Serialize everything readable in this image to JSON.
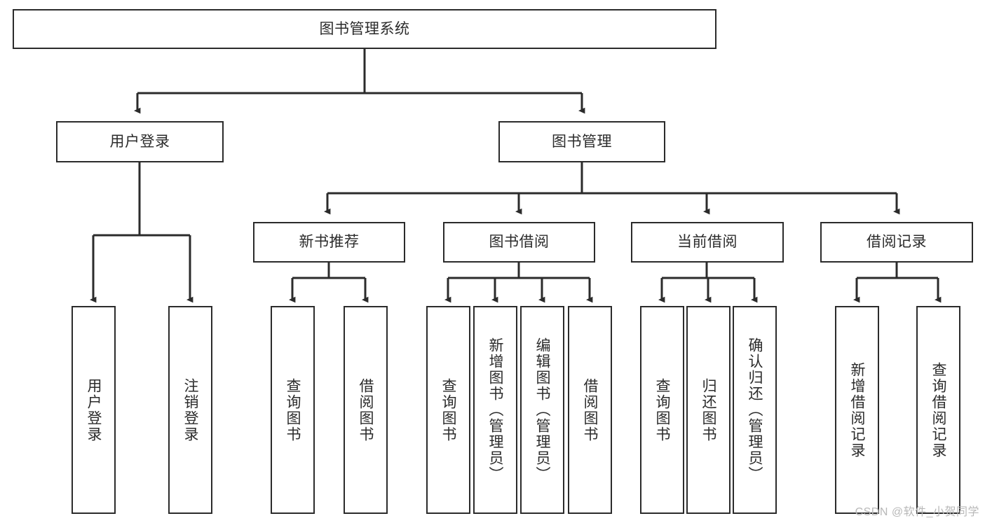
{
  "diagram": {
    "title": "图书管理系统",
    "watermark": "CSDN @软件_小贺同学",
    "colors": {
      "stroke": "#2b2b2b",
      "fill": "#ffffff",
      "text": "#2b2b2b",
      "watermark": "#b8b8b8"
    },
    "levels": {
      "root": {
        "label": "图书管理系统"
      },
      "level2": [
        {
          "label": "用户登录"
        },
        {
          "label": "图书管理"
        }
      ],
      "level3": [
        {
          "label": "新书推荐"
        },
        {
          "label": "图书借阅"
        },
        {
          "label": "当前借阅"
        },
        {
          "label": "借阅记录"
        }
      ],
      "leaves": [
        {
          "label": "用户登录",
          "parent": "用户登录"
        },
        {
          "label": "注销登录",
          "parent": "用户登录"
        },
        {
          "label": "查询图书",
          "parent": "新书推荐"
        },
        {
          "label": "借阅图书",
          "parent": "新书推荐"
        },
        {
          "label": "查询图书",
          "parent": "图书借阅"
        },
        {
          "label": "新增图书（管理员）",
          "parent": "图书借阅"
        },
        {
          "label": "编辑图书（管理员）",
          "parent": "图书借阅"
        },
        {
          "label": "借阅图书",
          "parent": "图书借阅"
        },
        {
          "label": "查询图书",
          "parent": "当前借阅"
        },
        {
          "label": "归还图书",
          "parent": "当前借阅"
        },
        {
          "label": "确认归还（管理员）",
          "parent": "当前借阅"
        },
        {
          "label": "新增借阅记录",
          "parent": "借阅记录"
        },
        {
          "label": "查询借阅记录",
          "parent": "借阅记录"
        }
      ]
    }
  },
  "chart_data": {
    "type": "table",
    "title": "图书管理系统 功能结构图",
    "nodes": [
      {
        "id": "root",
        "label": "图书管理系统",
        "level": 0,
        "parent": null
      },
      {
        "id": "n-user-login",
        "label": "用户登录",
        "level": 1,
        "parent": "root"
      },
      {
        "id": "n-book-mgmt",
        "label": "图书管理",
        "level": 1,
        "parent": "root"
      },
      {
        "id": "n-new-book-rec",
        "label": "新书推荐",
        "level": 2,
        "parent": "n-book-mgmt"
      },
      {
        "id": "n-book-borrow",
        "label": "图书借阅",
        "level": 2,
        "parent": "n-book-mgmt"
      },
      {
        "id": "n-current-borrow",
        "label": "当前借阅",
        "level": 2,
        "parent": "n-book-mgmt"
      },
      {
        "id": "n-borrow-record",
        "label": "借阅记录",
        "level": 2,
        "parent": "n-book-mgmt"
      },
      {
        "id": "l1",
        "label": "用户登录",
        "level": 2,
        "parent": "n-user-login"
      },
      {
        "id": "l2",
        "label": "注销登录",
        "level": 2,
        "parent": "n-user-login"
      },
      {
        "id": "l3",
        "label": "查询图书",
        "level": 3,
        "parent": "n-new-book-rec"
      },
      {
        "id": "l4",
        "label": "借阅图书",
        "level": 3,
        "parent": "n-new-book-rec"
      },
      {
        "id": "l5",
        "label": "查询图书",
        "level": 3,
        "parent": "n-book-borrow"
      },
      {
        "id": "l6",
        "label": "新增图书（管理员）",
        "level": 3,
        "parent": "n-book-borrow"
      },
      {
        "id": "l7",
        "label": "编辑图书（管理员）",
        "level": 3,
        "parent": "n-book-borrow"
      },
      {
        "id": "l8",
        "label": "借阅图书",
        "level": 3,
        "parent": "n-book-borrow"
      },
      {
        "id": "l9",
        "label": "查询图书",
        "level": 3,
        "parent": "n-current-borrow"
      },
      {
        "id": "l10",
        "label": "归还图书",
        "level": 3,
        "parent": "n-current-borrow"
      },
      {
        "id": "l11",
        "label": "确认归还（管理员）",
        "level": 3,
        "parent": "n-current-borrow"
      },
      {
        "id": "l12",
        "label": "新增借阅记录",
        "level": 3,
        "parent": "n-borrow-record"
      },
      {
        "id": "l13",
        "label": "查询借阅记录",
        "level": 3,
        "parent": "n-borrow-record"
      }
    ]
  }
}
